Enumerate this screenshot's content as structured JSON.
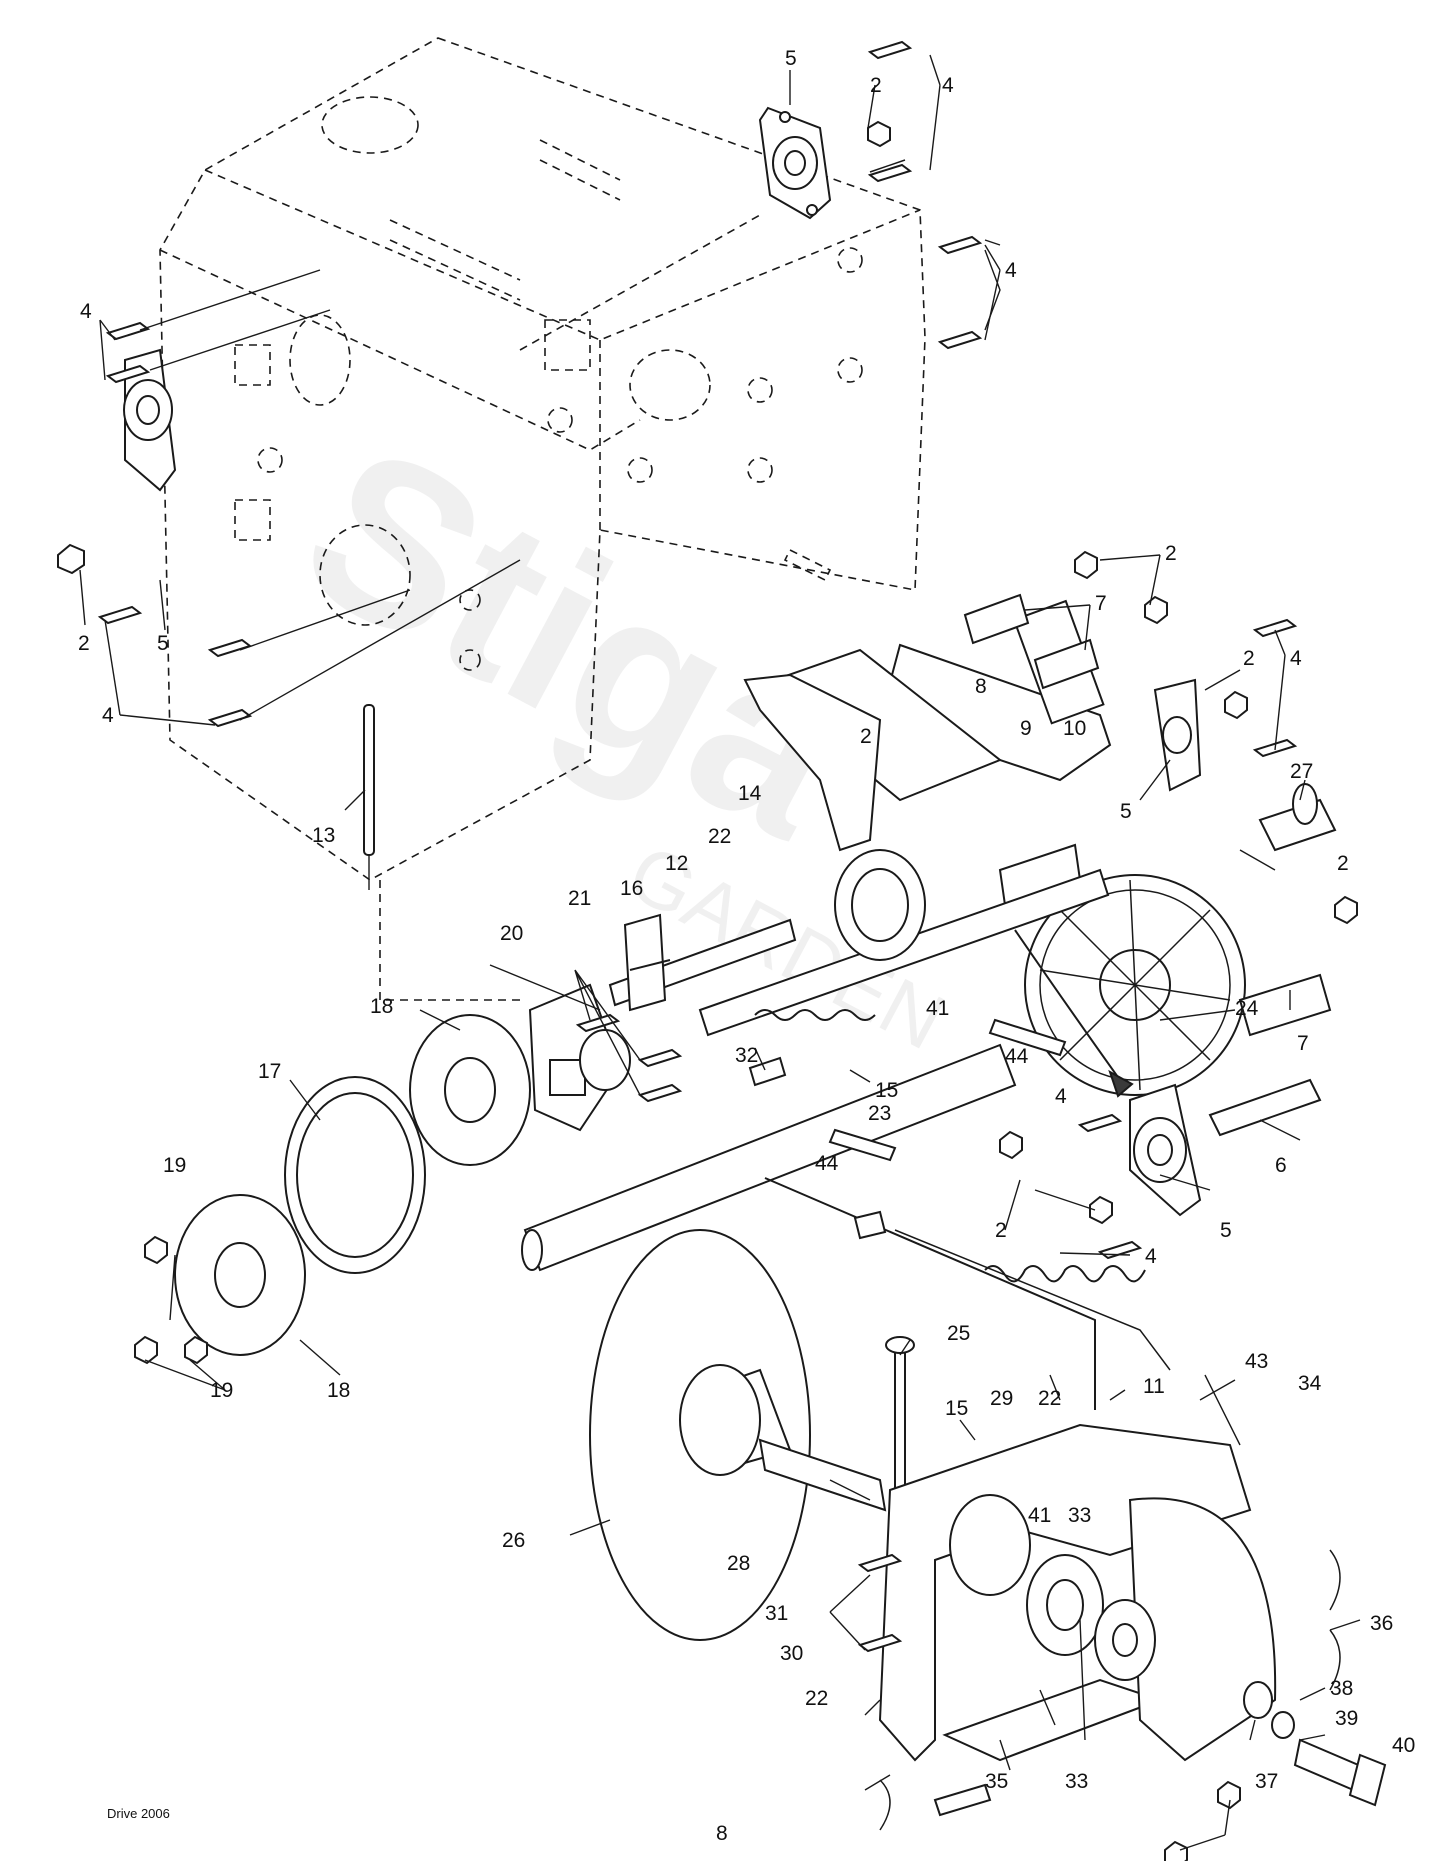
{
  "footer": {
    "section_label": "Drive 2006",
    "page_number": "8"
  },
  "watermark": {
    "brand": "Stiga",
    "sub": "GARDEN"
  },
  "colors": {
    "line": "#1a1a1a",
    "background": "#ffffff",
    "watermark": "#ececec"
  },
  "callouts": {
    "n2": "2",
    "n4": "4",
    "n5": "5",
    "n6": "6",
    "n7": "7",
    "n8": "8",
    "n9": "9",
    "n10": "10",
    "n11": "11",
    "n12": "12",
    "n13": "13",
    "n14": "14",
    "n15": "15",
    "n16": "16",
    "n17": "17",
    "n18": "18",
    "n19": "19",
    "n20": "20",
    "n21": "21",
    "n22": "22",
    "n23": "23",
    "n24": "24",
    "n25": "25",
    "n26": "26",
    "n27": "27",
    "n28": "28",
    "n29": "29",
    "n30": "30",
    "n31": "31",
    "n32": "32",
    "n33": "33",
    "n34": "34",
    "n35": "35",
    "n36": "36",
    "n37": "37",
    "n38": "38",
    "n39": "39",
    "n40": "40",
    "n41": "41",
    "n43": "43",
    "n44": "44"
  }
}
